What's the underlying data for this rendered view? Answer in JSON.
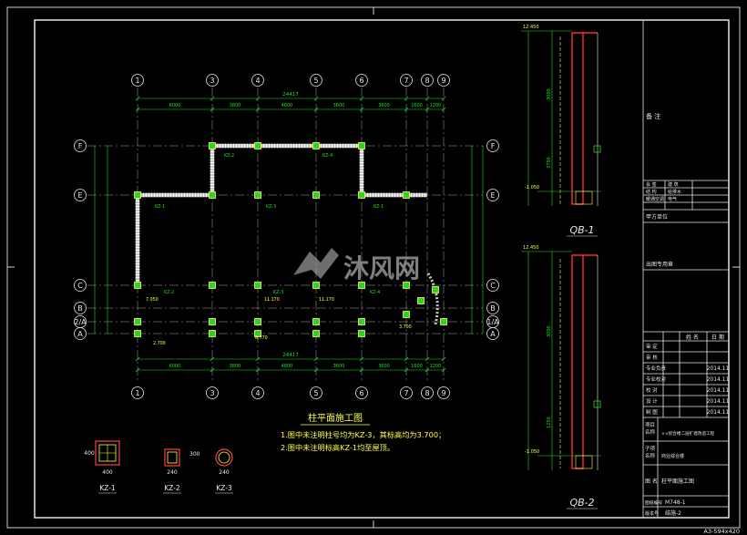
{
  "drawing": {
    "axes_top": [
      "1",
      "3",
      "4",
      "5",
      "6",
      "7",
      "8",
      "9"
    ],
    "axes_left": [
      "F",
      "E",
      "C",
      "B",
      "A"
    ],
    "axes_left_sub": "2/A",
    "axis_right_sub": "1/A",
    "dim_spans": [
      "6000",
      "3800",
      "4800",
      "3600",
      "3600",
      "1600",
      "1200"
    ],
    "dim_total": "24417",
    "col_tags": [
      "KZ-1",
      "KZ-2",
      "KZ-3",
      "KZ-4",
      "KZ-1",
      "KZ-2",
      "KZ-3",
      "KZ-4"
    ],
    "col_elev": [
      "7.050",
      "11.170",
      "11.170",
      "6.770",
      "2.700",
      "3.700"
    ],
    "plan_title": "柱平面施工图",
    "notes": [
      "1.图中未注明柱号均为KZ-3，其标高均为3.700；",
      "2.图中未注明标高KZ-1均至屋顶。"
    ],
    "sections": [
      {
        "label": "KZ-1",
        "width": "400",
        "height": "400"
      },
      {
        "label": "KZ-2",
        "width": "240",
        "height": "300"
      },
      {
        "label": "KZ-3",
        "width": "240",
        "height": ""
      }
    ],
    "wall_labels": [
      "QB-1",
      "QB-2"
    ],
    "wall_elev_top": "12.450",
    "wall_elev_bot": "-1.050",
    "wall_dims": [
      "3000",
      "3700",
      "1250"
    ],
    "watermark": "沐风网",
    "sheet_size": "A3-594x420"
  },
  "title_block": {
    "remark": "备 注",
    "sign_rows": [
      {
        "k": "会 签",
        "v": "建 筑"
      },
      {
        "k": "结 构",
        "v": "给排水"
      },
      {
        "k": "暖通空调",
        "v": "电气"
      }
    ],
    "owner_label": "甲方单位",
    "stamp_label": "出图专用章",
    "roles": [
      {
        "role": "审 定",
        "date": ""
      },
      {
        "role": "审 核",
        "date": ""
      },
      {
        "role": "专业负责",
        "date": "2014.11"
      },
      {
        "role": "专业校对",
        "date": "2014.11"
      },
      {
        "role": "校 对",
        "date": "2014.11"
      },
      {
        "role": "设 计",
        "date": "2014.11"
      },
      {
        "role": "制 图",
        "date": "2014.11"
      }
    ],
    "sign_head": [
      "姓 名",
      "日 期"
    ],
    "project_label": "项目\n名称",
    "project_name": "××综合楼二层扩建改造工程",
    "sub_label": "子项\n名称",
    "sub_name": "商业综合楼",
    "drawing_label": "图 名",
    "drawing_name": "柱平面施工图",
    "no_label": "图纸编号",
    "no_value": "M748-1",
    "ver_label": "版本号",
    "ver_value": "结施-2"
  }
}
